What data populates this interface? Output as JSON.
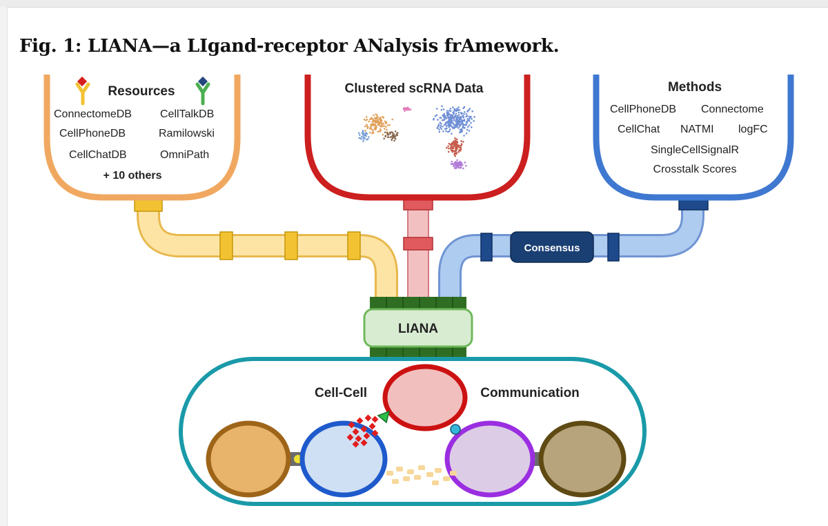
{
  "figure": {
    "title": "Fig. 1: LIANA—a LIgand-receptor ANalysis frAmework."
  },
  "resources": {
    "title": "Resources",
    "items": [
      "ConnectomeDB",
      "CellTalkDB",
      "CellPhoneDB",
      "Ramilowski",
      "CellChatDB",
      "OmniPath"
    ],
    "more": "+ 10 others",
    "color": "#f0a860"
  },
  "scrna": {
    "title": "Clustered scRNA Data",
    "color": "#cc1f1f"
  },
  "methods": {
    "title": "Methods",
    "items": [
      "CellPhoneDB",
      "Connectome",
      "CellChat",
      "NATMI",
      "logFC",
      "SingleCellSignalR",
      "Crosstalk Scores"
    ],
    "color": "#3f78d0"
  },
  "consensus": {
    "label": "Consensus"
  },
  "liana": {
    "label": "LIANA"
  },
  "communication": {
    "left_label": "Cell-Cell",
    "right_label": "Communication",
    "color": "#1a9aa8"
  }
}
